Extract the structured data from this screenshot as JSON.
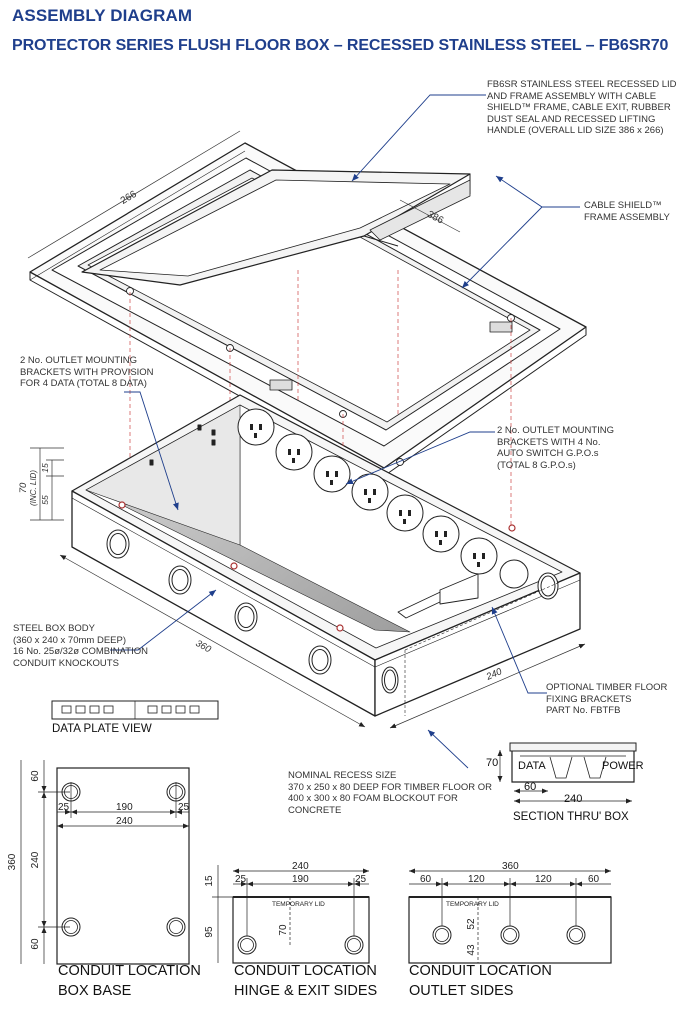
{
  "header": {
    "title": "ASSEMBLY DIAGRAM",
    "subtitle": "PROTECTOR SERIES FLUSH FLOOR BOX – RECESSED STAINLESS STEEL – FB6SR70"
  },
  "callouts": {
    "lid": [
      "FB6SR STAINLESS STEEL RECESSED LID",
      "AND FRAME ASSEMBLY WITH CABLE",
      "SHIELD™ FRAME, CABLE EXIT, RUBBER",
      "DUST SEAL AND RECESSED LIFTING",
      "HANDLE (OVERALL LID SIZE 386 x 266)"
    ],
    "frame": [
      "CABLE SHIELD™",
      "FRAME ASSEMBLY"
    ],
    "data_brackets": [
      "2 No. OUTLET MOUNTING",
      "BRACKETS WITH PROVISION",
      "FOR 4 DATA (TOTAL 8 DATA)"
    ],
    "gpo_brackets": [
      "2 No. OUTLET MOUNTING",
      "BRACKETS WITH 4 No.",
      "AUTO SWITCH G.P.O.s",
      "(TOTAL 8 G.P.O.s)"
    ],
    "box_body": [
      "STEEL BOX BODY",
      "(360 x 240 x 70mm DEEP)",
      "16 No. 25ø/32ø COMBINATION",
      "CONDUIT KNOCKOUTS"
    ],
    "timber": [
      "OPTIONAL TIMBER FLOOR",
      "FIXING BRACKETS",
      "PART No. FBTFB"
    ],
    "recess": [
      "NOMINAL RECESS SIZE",
      "370 x 250 x 80 DEEP FOR TIMBER FLOOR OR",
      "400 x 300 x 80 FOAM BLOCKOUT FOR",
      "CONCRETE"
    ]
  },
  "iso_dims": {
    "lid_width": "266",
    "lid_length": "386",
    "box_length": "360",
    "box_width": "240",
    "height_total": "70",
    "height_incl": "(INC. LID)",
    "h_15": "15",
    "h_55": "55"
  },
  "data_plate": {
    "label": "DATA PLATE VIEW"
  },
  "section": {
    "label": "SECTION THRU' BOX",
    "data": "DATA",
    "power": "POWER",
    "height": "70",
    "d60": "60",
    "d240": "240"
  },
  "views": {
    "base": {
      "title1": "CONDUIT LOCATION",
      "title2": "BOX BASE",
      "d60_top": "60",
      "d60_bot": "60",
      "d360": "360",
      "d240v": "240",
      "d25a": "25",
      "d25b": "25",
      "d190": "190",
      "d240": "240"
    },
    "hinge": {
      "title1": "CONDUIT LOCATION",
      "title2": "HINGE & EXIT SIDES",
      "d240": "240",
      "d25a": "25",
      "d190": "190",
      "d25b": "25",
      "d15": "15",
      "d95": "95",
      "d70": "70",
      "temp": "TEMPORARY LID"
    },
    "outlet": {
      "title1": "CONDUIT LOCATION",
      "title2": "OUTLET SIDES",
      "d360": "360",
      "d60a": "60",
      "d120a": "120",
      "d120b": "120",
      "d60b": "60",
      "d52": "52",
      "d43": "43",
      "temp": "TEMPORARY LID"
    }
  }
}
